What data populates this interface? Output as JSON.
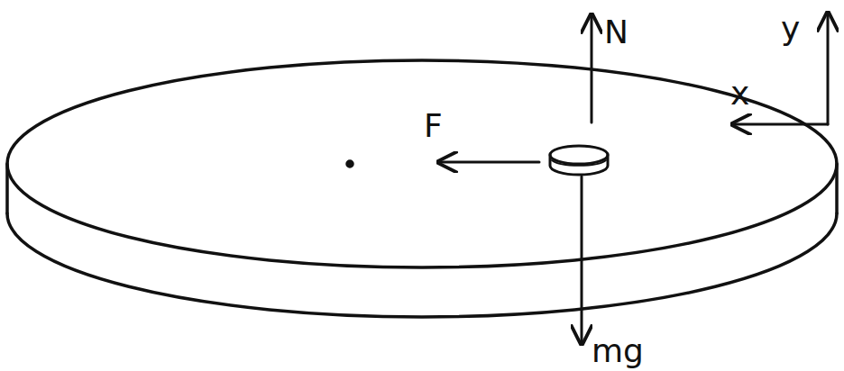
{
  "diagram": {
    "labels": [
      "N",
      "F",
      "mg",
      "x",
      "y"
    ]
  }
}
